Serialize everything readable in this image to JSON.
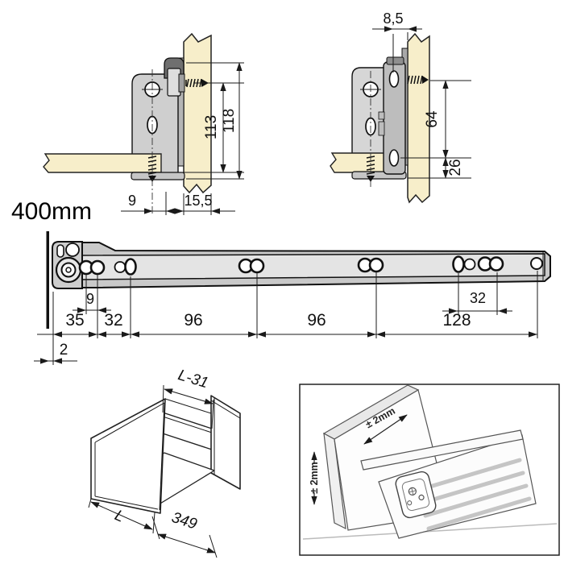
{
  "front_bracket_view": {
    "inner_height": "113",
    "outer_height": "118",
    "side_offset": "9",
    "panel_thickness": "15,5"
  },
  "rear_bracket_view": {
    "front_offset": "8,5",
    "hole_distance": "64",
    "bottom_distance": "26"
  },
  "rail_view": {
    "length_label": "400mm",
    "hole_pair_gap": "9",
    "front_gap": "2",
    "d35": "35",
    "d32_front": "32",
    "d96_mid1": "96",
    "d96_mid2": "96",
    "d128": "128",
    "d32_rear": "32"
  },
  "drawer_view": {
    "inner_width": "L-31",
    "drawer_width": "L",
    "depth": "349"
  },
  "inset_view": {
    "tolerance_width": "± 2mm",
    "tolerance_height": "± 2mm"
  },
  "colors": {
    "wood": "#f7eeca",
    "metal_light": "#d6d6d6",
    "metal_mid": "#c9c9c9",
    "metal_dark": "#6f6f6f",
    "line": "#1a1a1a"
  }
}
